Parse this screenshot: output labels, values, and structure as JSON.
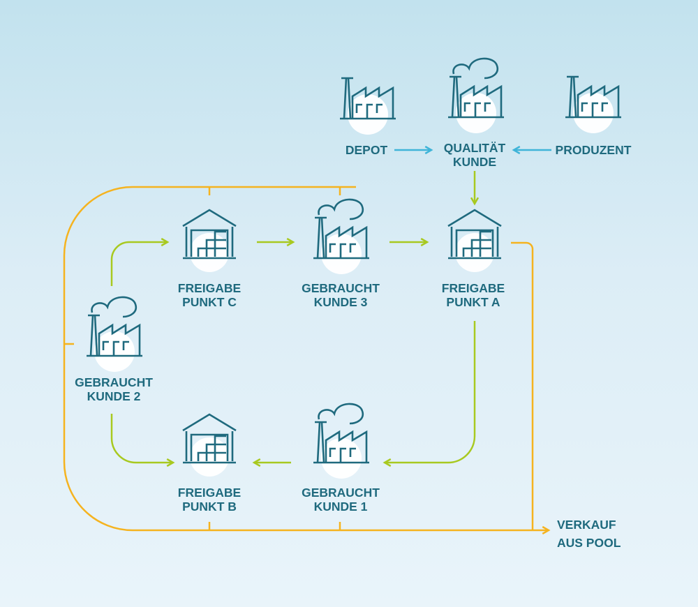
{
  "colors": {
    "text": "#1f6a7e",
    "icon": "#1f6a7e",
    "green_flow": "#a8c920",
    "orange_flow": "#f5b31f",
    "blue_flow": "#3fb4d8"
  },
  "nodes": {
    "depot": {
      "icon": "factory-icon",
      "lines": [
        "DEPOT"
      ]
    },
    "qualitaet_kunde": {
      "icon": "factory-cloud-icon",
      "lines": [
        "QUALITÄT",
        "KUNDE"
      ]
    },
    "produzent": {
      "icon": "factory-icon",
      "lines": [
        "PRODUZENT"
      ]
    },
    "freigabe_c": {
      "icon": "warehouse-icon",
      "lines": [
        "FREIGABE",
        "PUNKT C"
      ]
    },
    "gebraucht_3": {
      "icon": "factory-cloud-icon",
      "lines": [
        "GEBRAUCHT",
        "KUNDE 3"
      ]
    },
    "freigabe_a": {
      "icon": "warehouse-icon",
      "lines": [
        "FREIGABE",
        "PUNKT A"
      ]
    },
    "gebraucht_2": {
      "icon": "factory-cloud-icon",
      "lines": [
        "GEBRAUCHT",
        "KUNDE 2"
      ]
    },
    "freigabe_b": {
      "icon": "warehouse-icon",
      "lines": [
        "FREIGABE",
        "PUNKT B"
      ]
    },
    "gebraucht_1": {
      "icon": "factory-cloud-icon",
      "lines": [
        "GEBRAUCHT",
        "KUNDE 1"
      ]
    },
    "verkauf": {
      "lines": [
        "VERKAUF",
        "AUS POOL"
      ]
    }
  }
}
